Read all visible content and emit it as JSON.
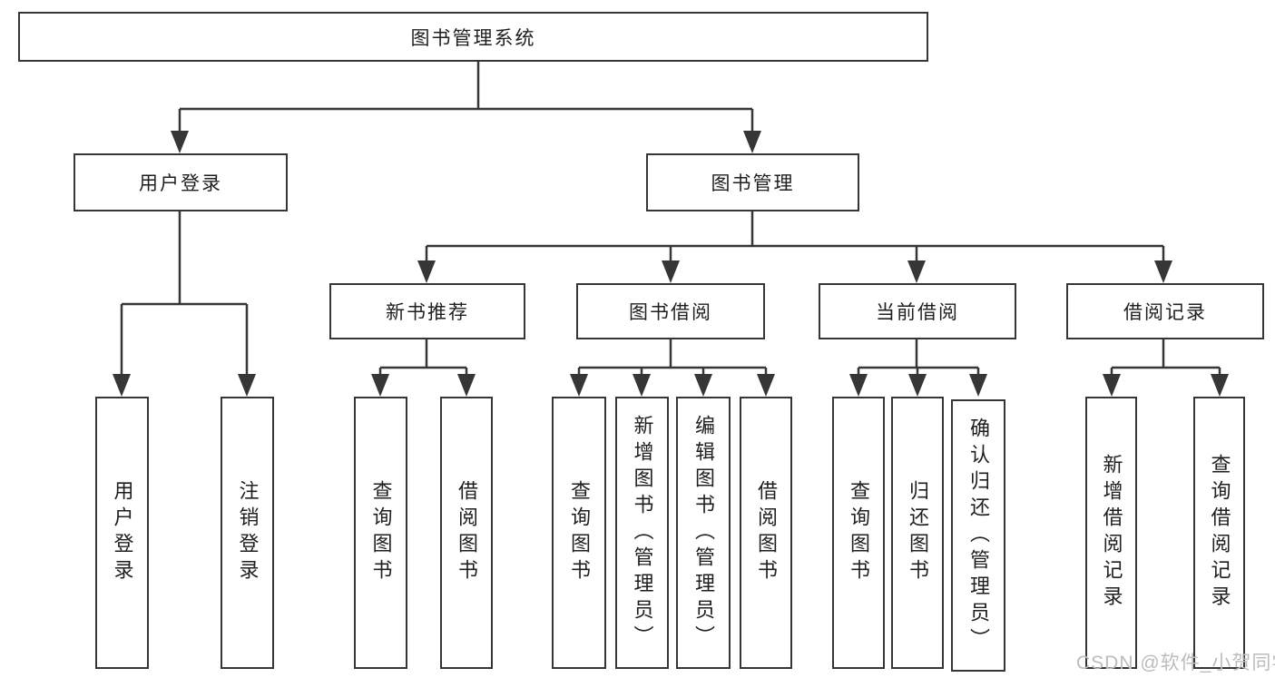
{
  "diagram": {
    "root": {
      "label": "图书管理系统"
    },
    "branches": [
      {
        "label": "用户登录",
        "children": [
          {
            "label": "用户登录"
          },
          {
            "label": "注销登录"
          }
        ]
      },
      {
        "label": "图书管理",
        "children": [
          {
            "label": "新书推荐",
            "children": [
              {
                "label": "查询图书"
              },
              {
                "label": "借阅图书"
              }
            ]
          },
          {
            "label": "图书借阅",
            "children": [
              {
                "label": "查询图书"
              },
              {
                "label": "新增图书（管理员）"
              },
              {
                "label": "编辑图书（管理员）"
              },
              {
                "label": "借阅图书"
              }
            ]
          },
          {
            "label": "当前借阅",
            "children": [
              {
                "label": "查询图书"
              },
              {
                "label": "归还图书"
              },
              {
                "label": "确认归还（管理员）"
              }
            ]
          },
          {
            "label": "借阅记录",
            "children": [
              {
                "label": "新增借阅记录"
              },
              {
                "label": "查询借阅记录"
              }
            ]
          }
        ]
      }
    ]
  },
  "watermark": {
    "text": "CSDN @软件_小贺同学",
    "color": "#bcbcbc"
  },
  "colors": {
    "line": "#363636",
    "box_border": "#363636",
    "text": "#1f1f1f",
    "background": "#ffffff"
  }
}
